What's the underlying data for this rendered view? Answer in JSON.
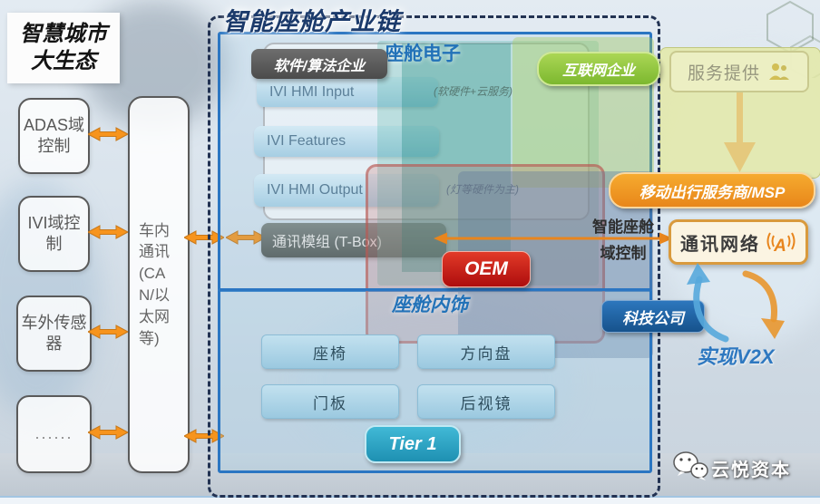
{
  "eco": {
    "title_line1": "智慧城市",
    "title_line2": "大生态",
    "nodes": [
      {
        "label": "ADAS域控制"
      },
      {
        "label": "IVI域控制"
      },
      {
        "label": "车外传感器"
      },
      {
        "label": "......"
      }
    ],
    "bus_label": "车内通讯(CAN/以太网等)"
  },
  "chain": {
    "title": "智能座舱产业链",
    "electronics": {
      "label": "座舱电子",
      "software_pill": "软件/算法企业",
      "rows": [
        {
          "label": "IVI HMI Input",
          "note": "(软硬件+云服务)"
        },
        {
          "label": "IVI Features",
          "note": ""
        },
        {
          "label": "IVI HMI Output",
          "note": "(灯等硬件为主)"
        },
        {
          "label": "通讯模组 (T-Box)",
          "note": ""
        }
      ]
    },
    "interior": {
      "label": "座舱内饰",
      "items": [
        {
          "label": "座椅"
        },
        {
          "label": "方向盘"
        },
        {
          "label": "门板"
        },
        {
          "label": "后视镜"
        }
      ],
      "tier_pill": "Tier 1"
    },
    "oem_pill": "OEM",
    "domain_controller": {
      "line1": "智能座舱",
      "line2": "域控制"
    }
  },
  "right": {
    "internet_pill": "互联网企业",
    "service_label": "服务提供",
    "msp_pill": "移动出行服务商/MSP",
    "tech_pill": "科技公司",
    "network_label": "通讯网络",
    "v2x_label": "实现V2X"
  },
  "footer": {
    "brand": "云悦资本"
  },
  "colors": {
    "accent_blue": "#2b76c2",
    "accent_orange": "#f7941d",
    "accent_green": "#8dc63f",
    "accent_red": "#c00000",
    "teal": "#2fa8a0",
    "dashed_navy": "#223252"
  }
}
